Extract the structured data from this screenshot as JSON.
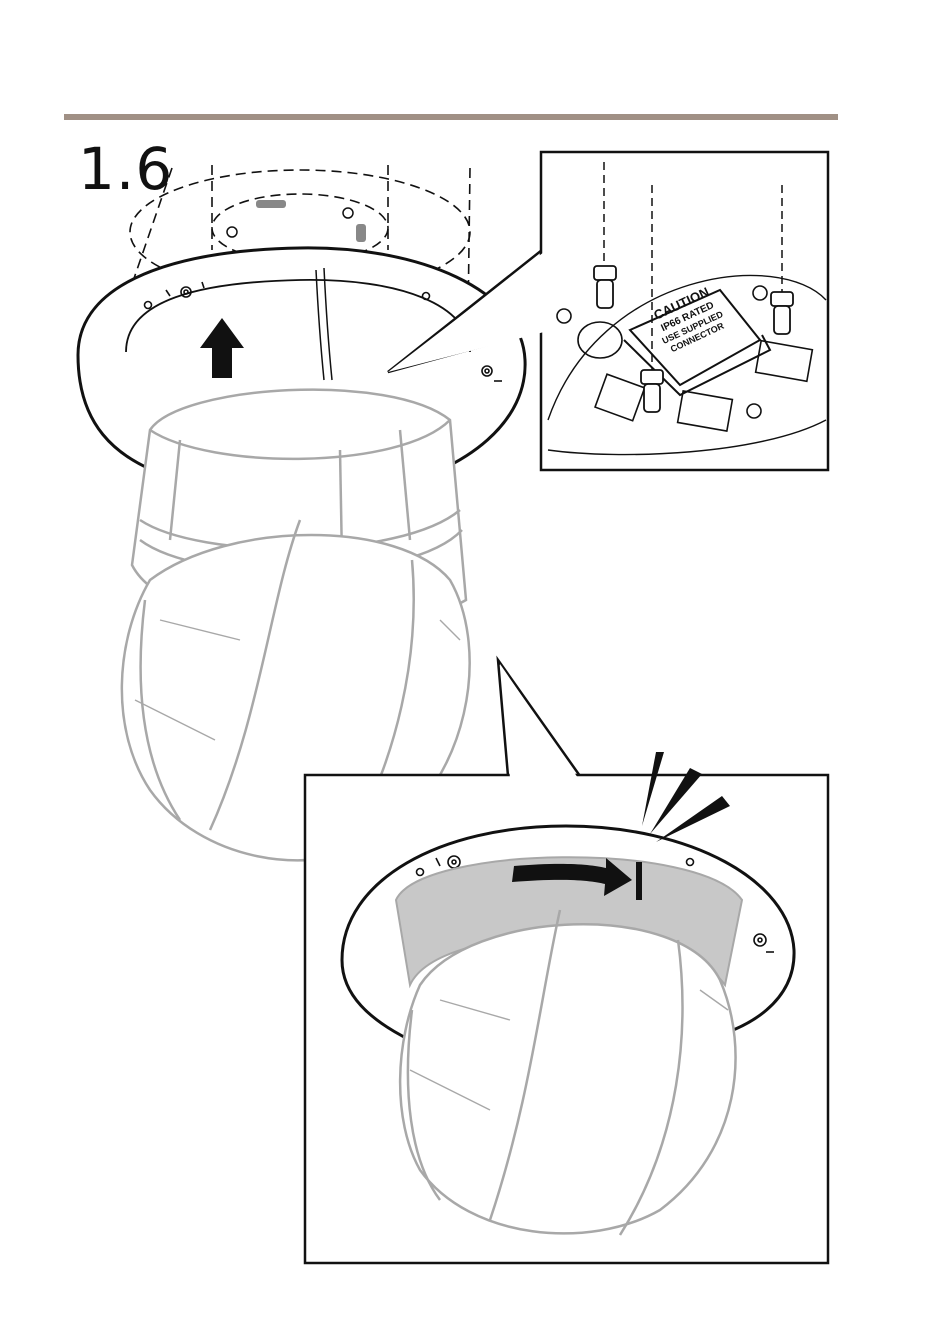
{
  "step": {
    "number": "1.6"
  },
  "connector_label": {
    "line1": "CAUTION",
    "line2": "IP66 RATED",
    "line3": "USE SUPPLIED",
    "line4": "CONNECTOR"
  },
  "colors": {
    "header_rule": "#a09085",
    "line_dark": "#111111",
    "line_gray": "#a8a8a8",
    "ring_fill": "#c8c8c8",
    "box_border": "#111111"
  }
}
